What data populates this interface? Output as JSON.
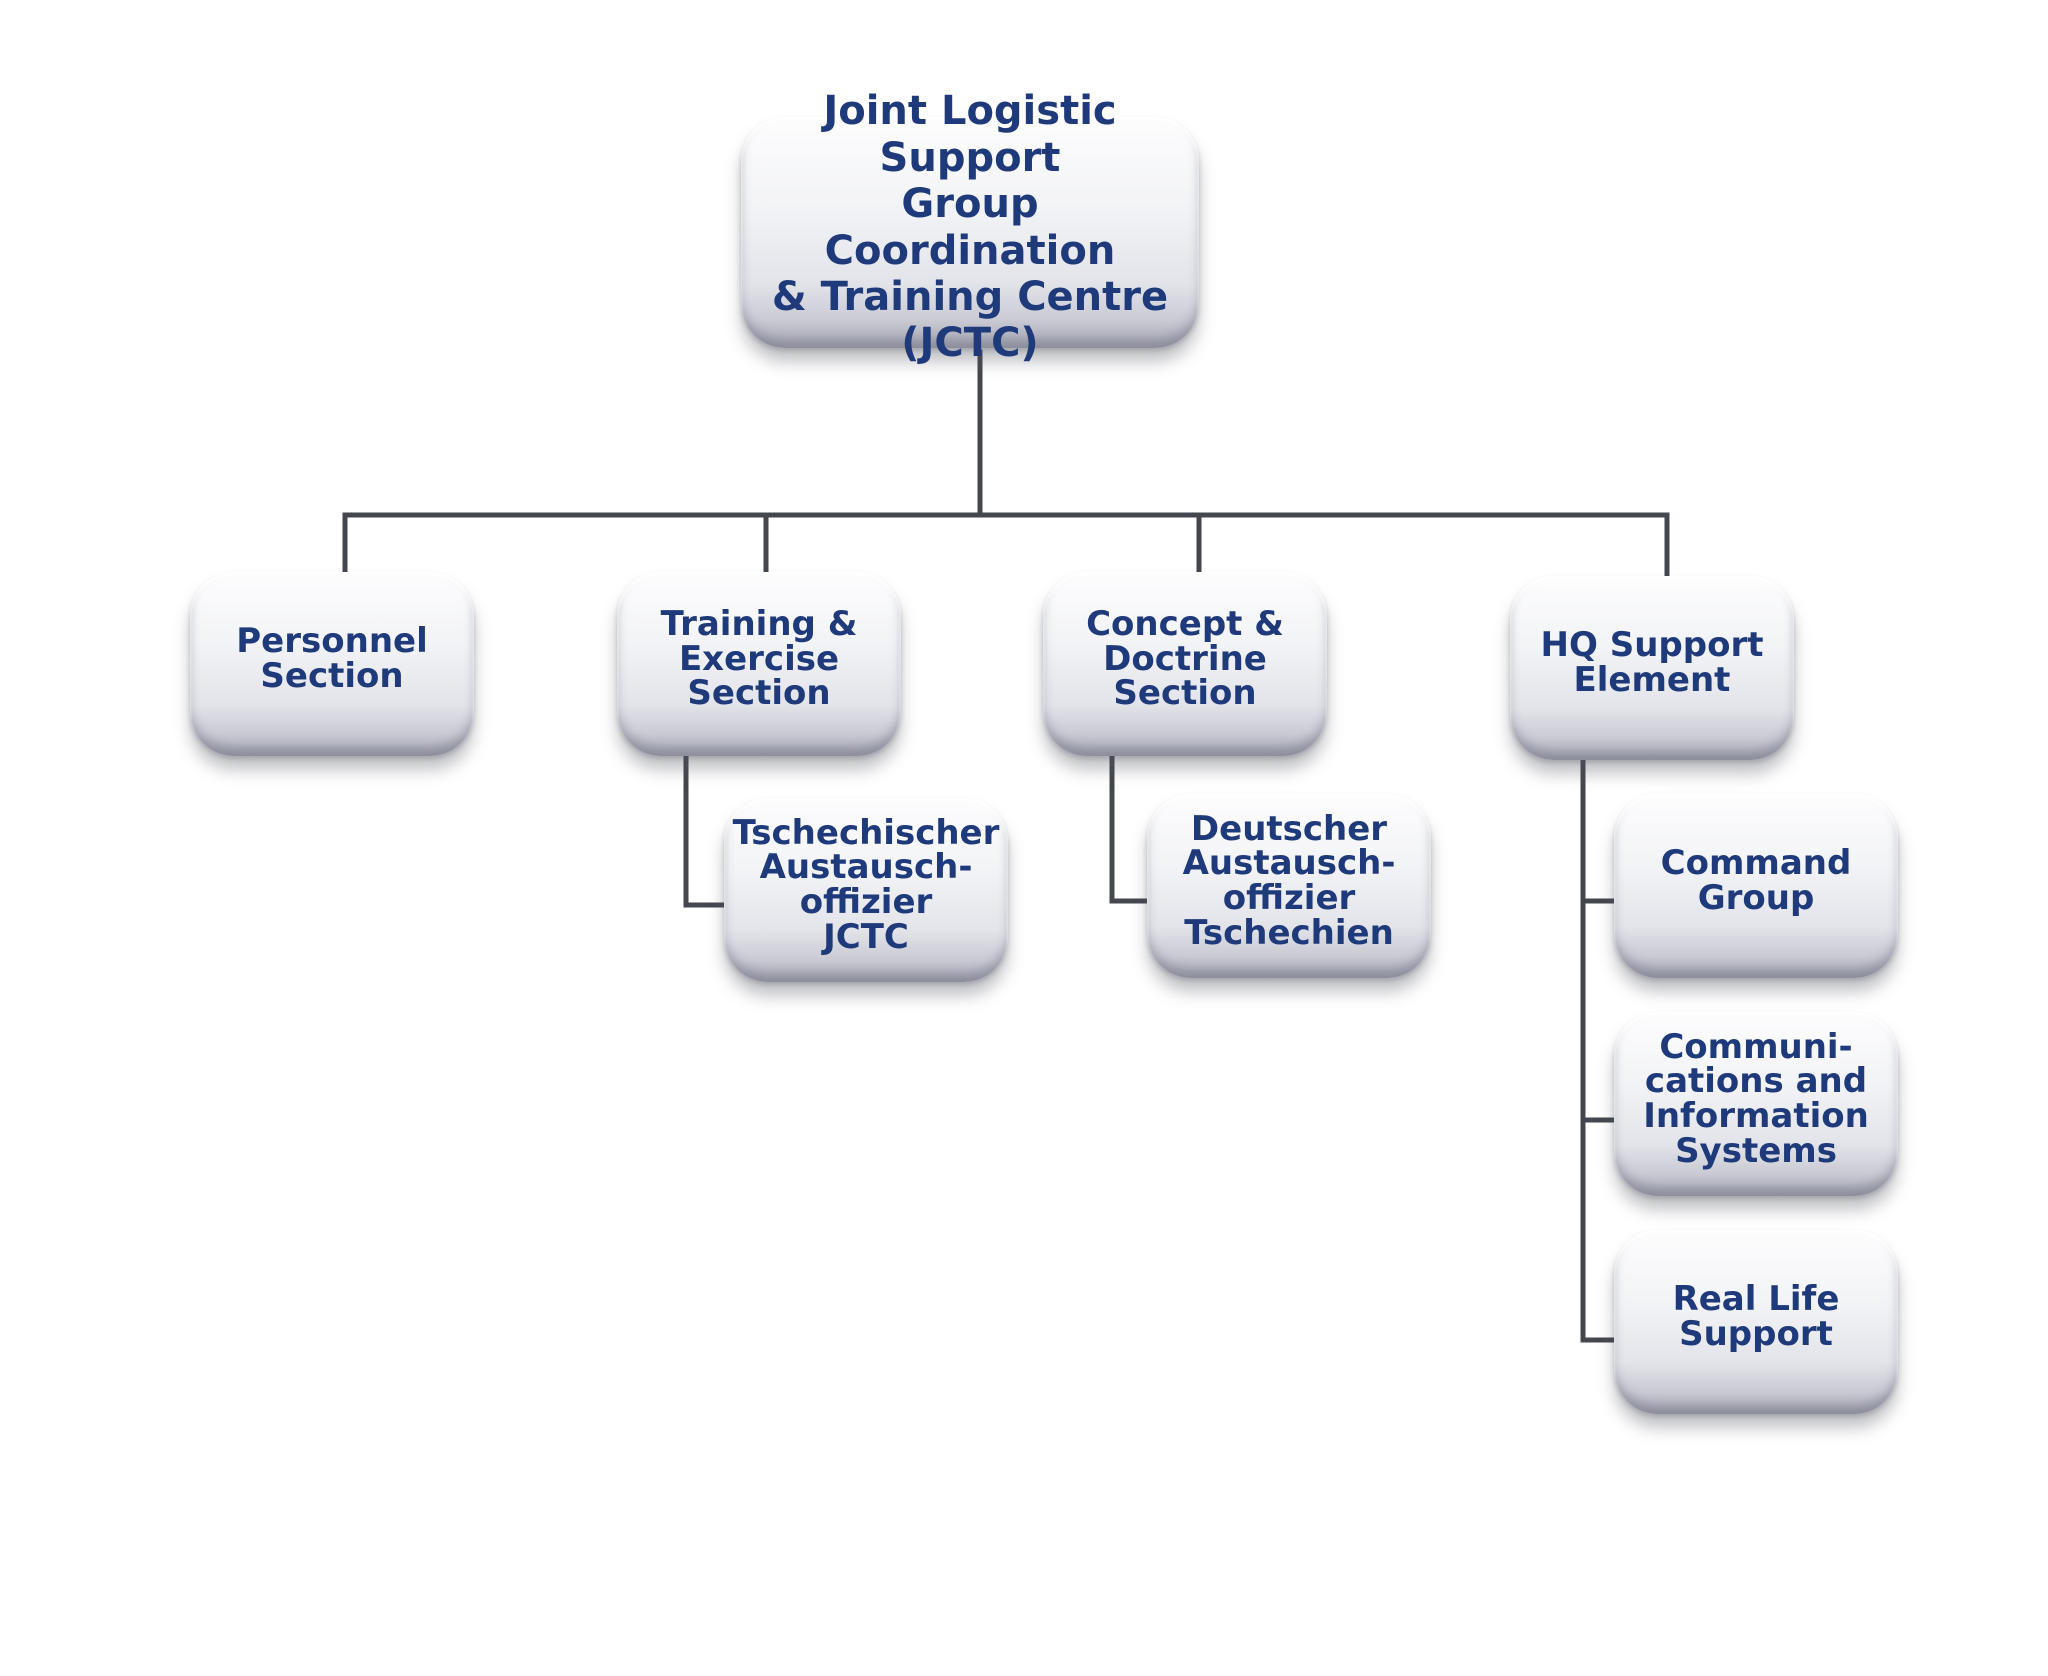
{
  "diagram": {
    "type": "org-chart",
    "root": {
      "label": "Joint Logistic Support\nGroup Coordination\n& Training Centre\n(JCTC)"
    },
    "sections": [
      {
        "id": "personnel",
        "label": "Personnel\nSection"
      },
      {
        "id": "training",
        "label": "Training &\nExercise\nSection"
      },
      {
        "id": "concept",
        "label": "Concept &\nDoctrine\nSection"
      },
      {
        "id": "hq",
        "label": "HQ Support\nElement"
      }
    ],
    "subunits": [
      {
        "id": "cz",
        "parent": "training",
        "label": "Tschechischer\nAustausch-\noffizier\nJCTC"
      },
      {
        "id": "de",
        "parent": "concept",
        "label": "Deutscher\nAustausch-\noffizier\nTschechien"
      },
      {
        "id": "cmd",
        "parent": "hq",
        "label": "Command\nGroup"
      },
      {
        "id": "cis",
        "parent": "hq",
        "label": "Communi-\ncations and\nInformation\nSystems"
      },
      {
        "id": "rls",
        "parent": "hq",
        "label": "Real Life\nSupport"
      }
    ],
    "colors": {
      "text": "#1f3a7a",
      "connector": "#45474f"
    }
  }
}
